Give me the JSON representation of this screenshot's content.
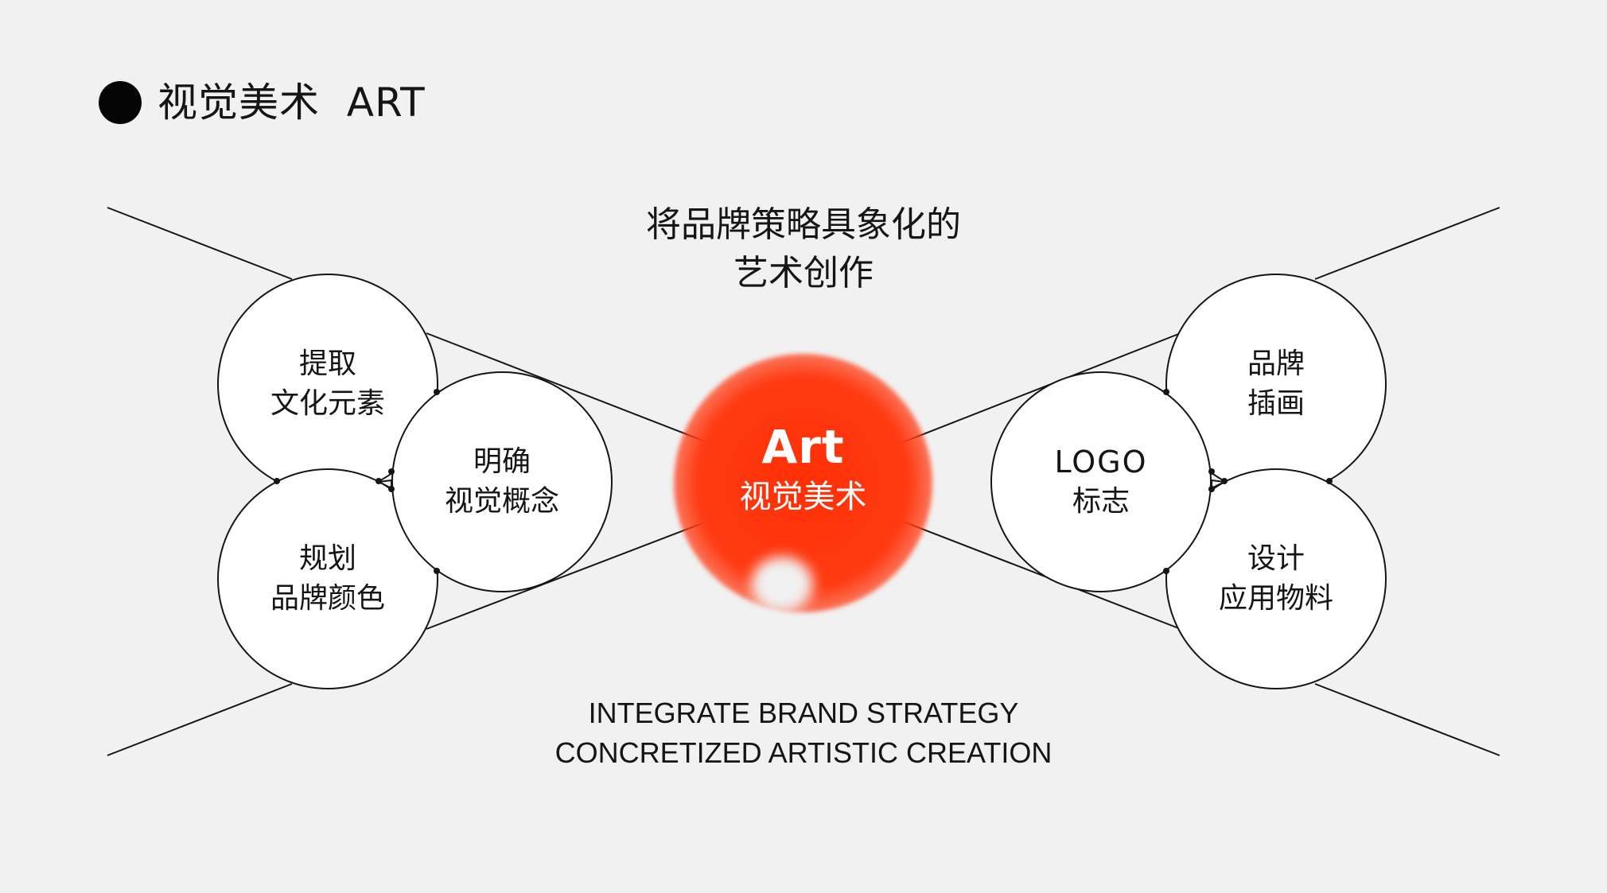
{
  "header": {
    "title": "视觉美术  ART"
  },
  "statement": {
    "line1": "将品牌策略具象化的",
    "line2": "艺术创作"
  },
  "center": {
    "title": "Art",
    "subtitle": "视觉美术",
    "color": "#ff3b13"
  },
  "nodes": {
    "left_top": [
      "提取",
      "文化元素"
    ],
    "left_mid": [
      "明确",
      "视觉概念"
    ],
    "left_bottom": [
      "规划",
      "品牌颜色"
    ],
    "right_top": [
      "品牌",
      "插画"
    ],
    "right_mid": [
      "LOGO",
      "标志"
    ],
    "right_bottom": [
      "设计",
      "应用物料"
    ]
  },
  "english": {
    "line1": "INTEGRATE BRAND STRATEGY",
    "line2": "CONCRETIZED ARTISTIC CREATION"
  }
}
